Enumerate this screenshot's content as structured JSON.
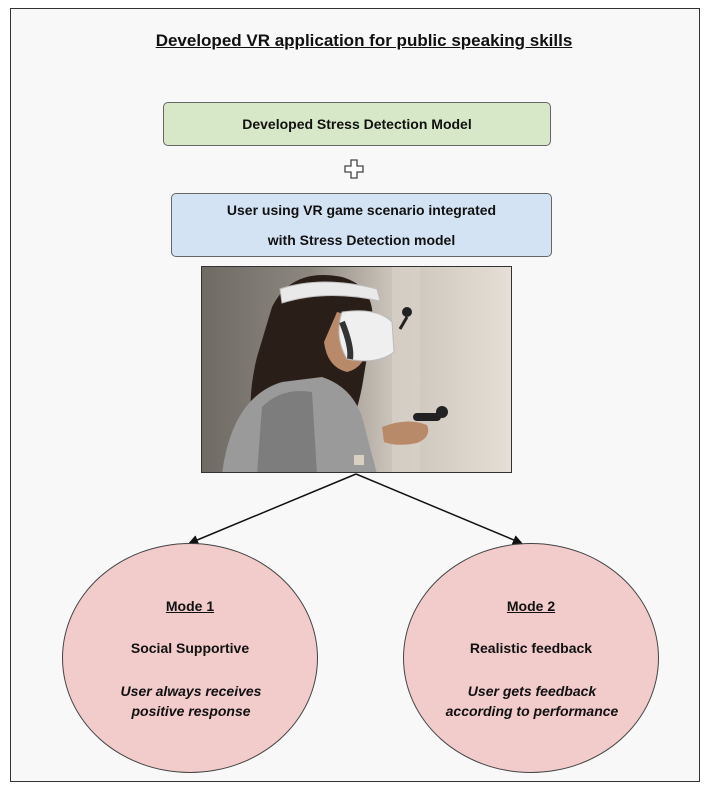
{
  "title": "Developed VR application for public speaking skills",
  "stress_box": "Developed Stress Detection Model",
  "user_box": {
    "line1": "User using VR game scenario integrated",
    "line2": "with Stress Detection model"
  },
  "modes": [
    {
      "title": "Mode 1",
      "subtitle": "Social Supportive",
      "description": "User always receives positive response"
    },
    {
      "title": "Mode 2",
      "subtitle": "Realistic feedback",
      "description": "User gets feedback according to performance"
    }
  ],
  "colors": {
    "stress_box": "#d6e8c8",
    "user_box": "#d4e3f3",
    "mode_circle": "#f2cbcb"
  }
}
